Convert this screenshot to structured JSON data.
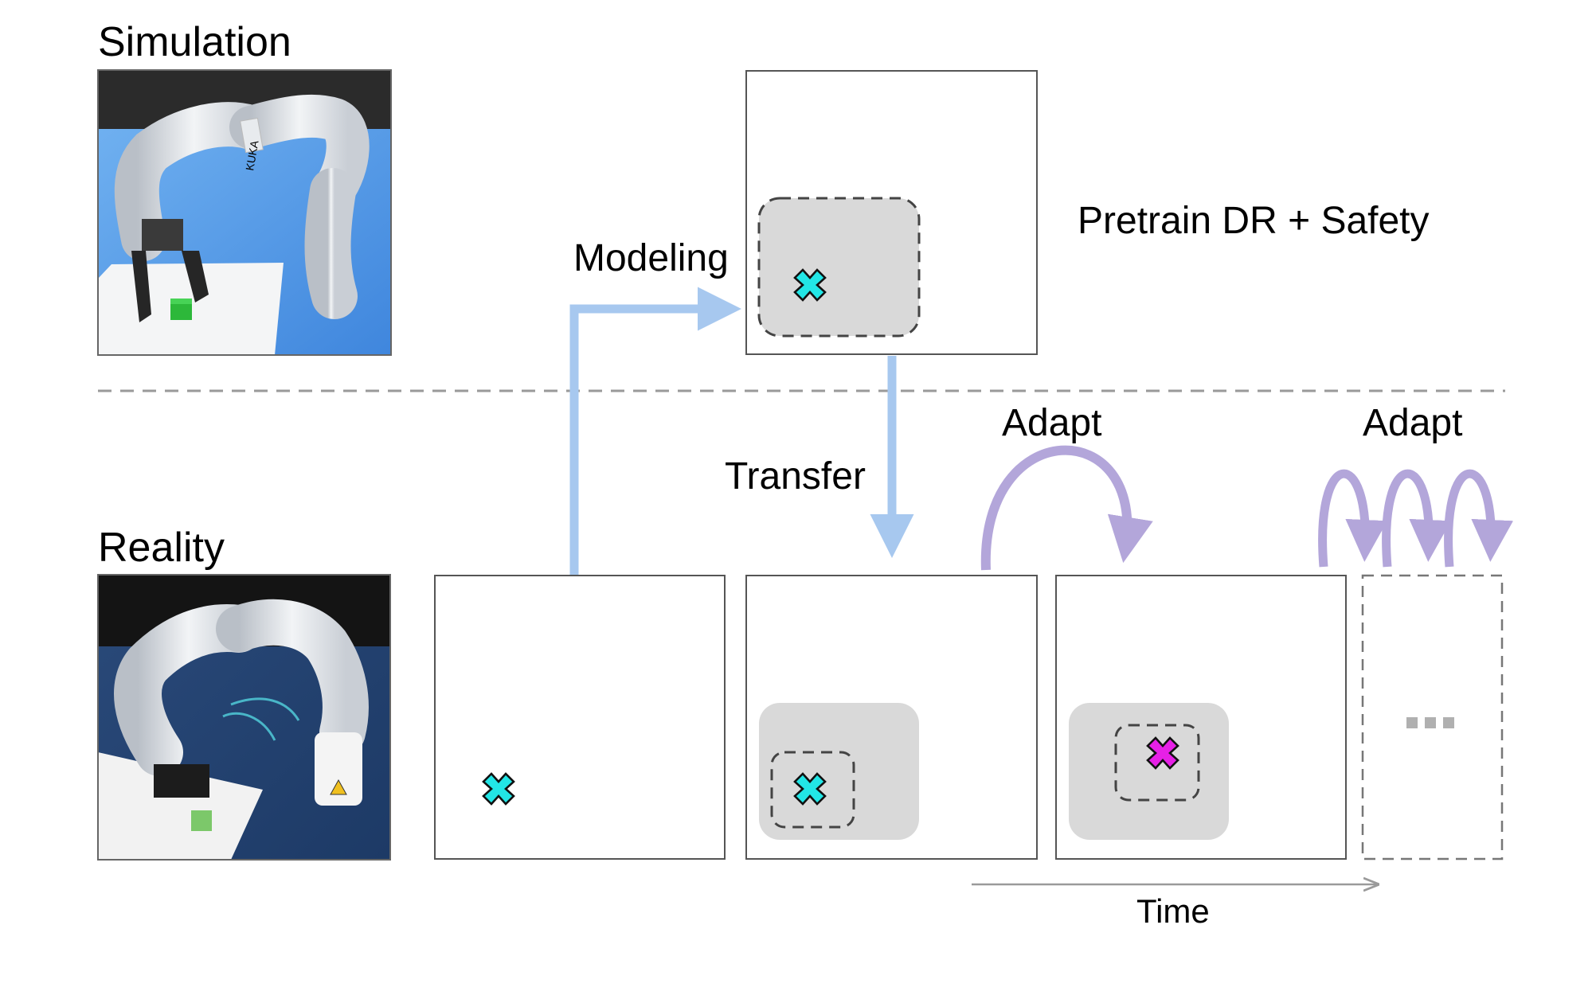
{
  "sections": {
    "simulation": "Simulation",
    "reality": "Reality"
  },
  "labels": {
    "modeling": "Modeling",
    "pretrain": "Pretrain DR + Safety",
    "transfer": "Transfer",
    "adapt_first": "Adapt",
    "adapt_second": "Adapt",
    "time": "Time"
  },
  "images": {
    "simulation_robot": "simulated KUKA robot arm picking green cube",
    "simulation_robot_logo": "KUKA",
    "real_robot": "real KUKA robot arm picking green cube"
  },
  "colors": {
    "transfer_arrow": "#a7c8ef",
    "adapt_arrow": "#b3a6da",
    "safe_region": "#d9d9d9",
    "current_policy_marker": "#22e6e6",
    "adapted_policy_marker": "#e620e6",
    "divider": "#9a9a9a",
    "panel_border": "#555555"
  },
  "icons": {
    "policy_marker": "x-cross-icon",
    "continuation": "ellipsis-icon"
  }
}
